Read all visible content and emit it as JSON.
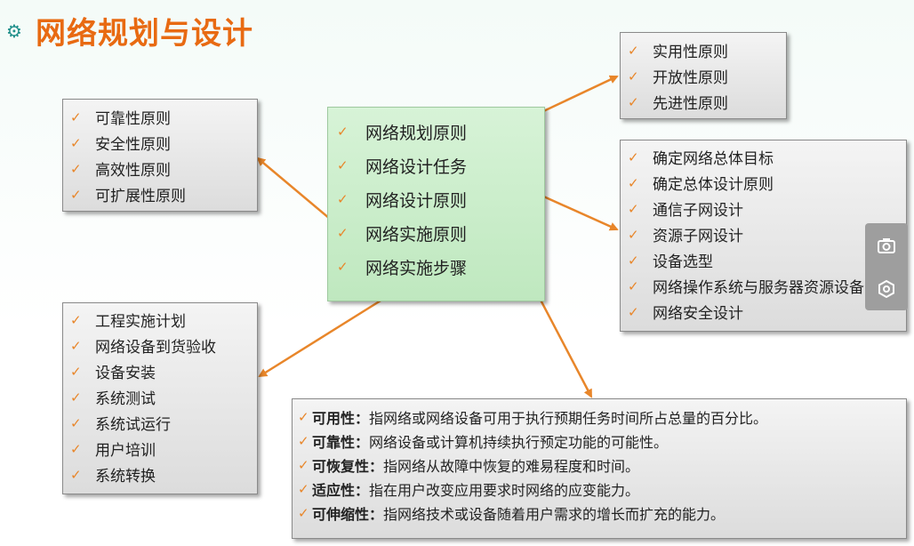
{
  "title": "网络规划与设计",
  "center": {
    "items": [
      "网络规划原则",
      "网络设计任务",
      "网络设计原则",
      "网络实施原则",
      "网络实施步骤"
    ]
  },
  "top_right": {
    "items": [
      "实用性原则",
      "开放性原则",
      "先进性原则"
    ]
  },
  "left_top": {
    "items": [
      "可靠性原则",
      "安全性原则",
      "高效性原则",
      "可扩展性原则"
    ]
  },
  "mid_right": {
    "items": [
      "确定网络总体目标",
      "确定总体设计原则",
      "通信子网设计",
      "资源子网设计",
      "设备选型",
      "网络操作系统与服务器资源设备",
      "网络安全设计"
    ]
  },
  "left_bottom": {
    "items": [
      "工程实施计划",
      "网络设备到货验收",
      "设备安装",
      "系统测试",
      "系统试运行",
      "用户培训",
      "系统转换"
    ]
  },
  "bottom": {
    "items": [
      {
        "term": "可用性：",
        "desc": "指网络或网络设备可用于执行预期任务时间所占总量的百分比。"
      },
      {
        "term": "可靠性：",
        "desc": "网络设备或计算机持续执行预定功能的可能性。"
      },
      {
        "term": "可恢复性：",
        "desc": "指网络从故障中恢复的难易程度和时间。"
      },
      {
        "term": "适应性：",
        "desc": "指在用户改变应用要求时网络的应变能力。"
      },
      {
        "term": "可伸缩性：",
        "desc": "指网络技术或设备随着用户需求的增长而扩充的能力。"
      }
    ]
  },
  "check_mark": "✓",
  "colors": {
    "title": "#e86a12",
    "arrow": "#e8862a",
    "center_bg": "#c8eec8"
  },
  "icons": {
    "title": "gear-icon",
    "widget_top": "camera-icon",
    "widget_bottom": "settings-hex-icon"
  }
}
